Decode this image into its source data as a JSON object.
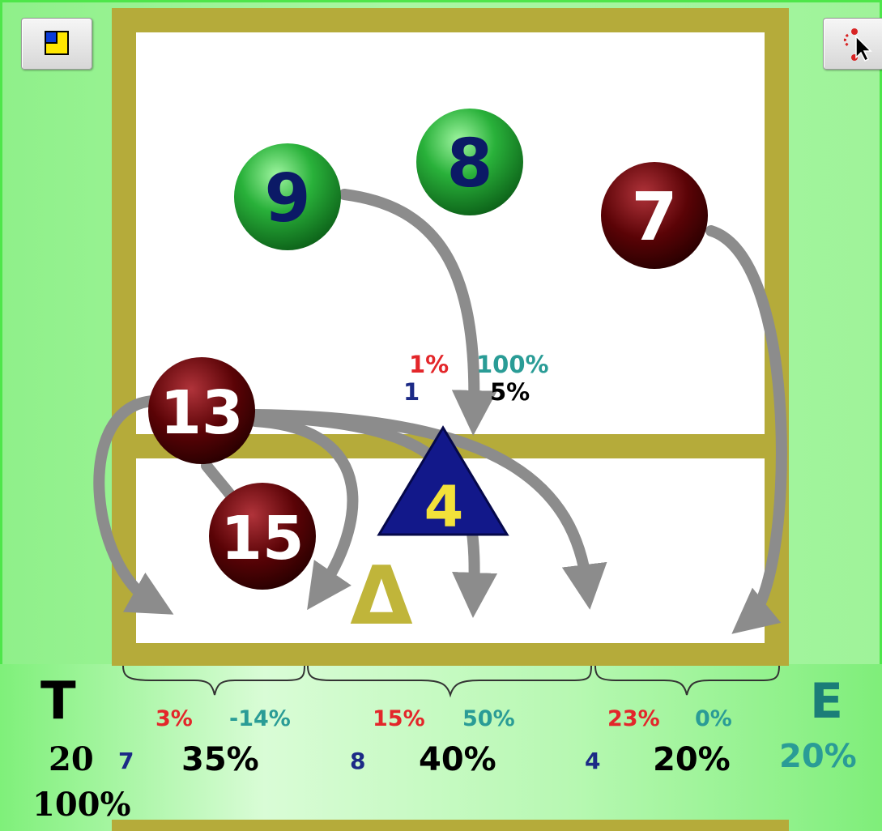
{
  "labels": {
    "team_letter": "T",
    "team_total": "20",
    "team_pct": "100%",
    "e_letter": "E",
    "e_pct": "20%"
  },
  "center_stats": {
    "red_pct": "1%",
    "teal_pct": "100%",
    "count": "1",
    "pct": "5%"
  },
  "zones": [
    {
      "red_pct": "3%",
      "teal_pct": "-14%",
      "count": "7",
      "pct": "35%"
    },
    {
      "red_pct": "15%",
      "teal_pct": "50%",
      "count": "8",
      "pct": "40%"
    },
    {
      "red_pct": "23%",
      "teal_pct": "0%",
      "count": "4",
      "pct": "20%"
    }
  ],
  "players": {
    "p9": "9",
    "p8": "8",
    "p7": "7",
    "p13": "13",
    "p15": "15",
    "setter": "4",
    "marker": "Δ"
  },
  "colors": {
    "court_border": "#b5ab3a",
    "arrow": "#8c8c8c",
    "green_player": "#1e9b2c",
    "red_player": "#5a0306",
    "setter": "#12188a"
  },
  "icons": {
    "left_button": "rotation-icon",
    "right_button": "cursor-icon"
  }
}
